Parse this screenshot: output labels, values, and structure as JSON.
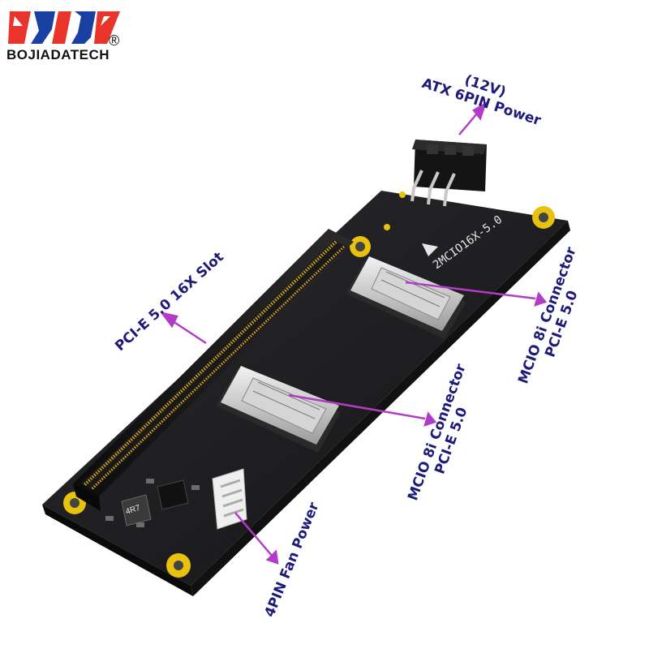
{
  "brand": {
    "name": "BOJIADATECH",
    "registered_mark": "®",
    "logo_colors": [
      "#e8342b",
      "#1a3fa3"
    ]
  },
  "board": {
    "silkscreen_model": "2MCIO16X-5.0",
    "chip_marking": "4R7"
  },
  "callouts": {
    "atx_power_line1": "(12V)",
    "atx_power_line2": "ATX 6PIN Power",
    "pcie_slot": "PCI-E 5.0 16X Slot",
    "mcio_upper_line1": "MCIO 8i Connector",
    "mcio_upper_line2": "PCI-E 5.0",
    "mcio_lower_line1": "MCIO 8i Connector",
    "mcio_lower_line2": "PCI-E 5.0",
    "fan_power": "4PIN Fan Power"
  },
  "colors": {
    "callout_text": "#1e1a7a",
    "arrow": "#b23cc8",
    "pcb": "#1c1c1e",
    "slot_pins": "#d9a520",
    "mount_pad": "#e8c20f"
  }
}
